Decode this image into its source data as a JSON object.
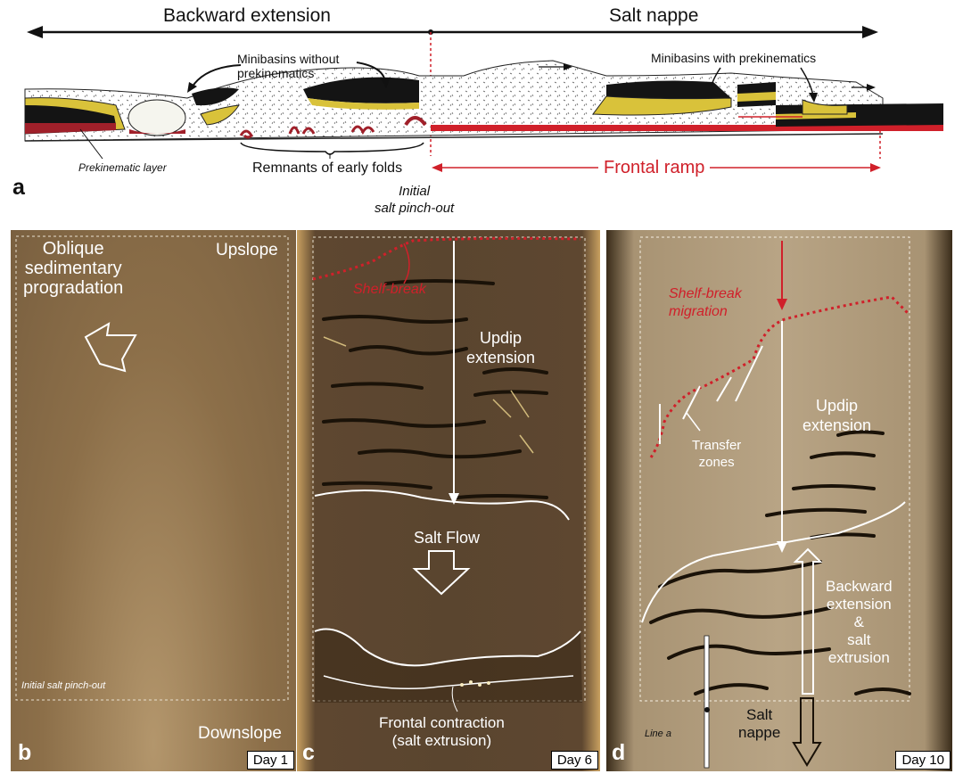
{
  "panel_a": {
    "label": "a",
    "backward_extension": "Backward extension",
    "salt_nappe": "Salt nappe",
    "minibasins_without": "Minibasins without\nprekinematics",
    "minibasins_with": "Minibasins with prekinematics",
    "prekinematic_layer": "Prekinematic layer",
    "remnants": "Remnants of early folds",
    "initial_pinchout": "Initial\nsalt pinch-out",
    "frontal_ramp": "Frontal ramp"
  },
  "panel_b": {
    "label": "b",
    "oblique": "Oblique\nsedimentary\nprogradation",
    "upslope": "Upslope",
    "downslope": "Downslope",
    "pinchout": "Initial salt pinch-out",
    "day": "Day 1"
  },
  "panel_c": {
    "label": "c",
    "shelf_break": "Shelf-break",
    "updip": "Updip\nextension",
    "salt_flow": "Salt Flow",
    "frontal": "Frontal contraction\n(salt extrusion)",
    "day": "Day 6"
  },
  "panel_d": {
    "label": "d",
    "shelf_break": "Shelf-break\nmigration",
    "transfer": "Transfer\nzones",
    "updip": "Updip\nextension",
    "backward": "Backward\nextension\n&\nsalt\nextrusion",
    "salt_nappe": "Salt\nnappe",
    "line_a": "Line a",
    "day": "Day 10"
  },
  "colors": {
    "red": "#d0202a",
    "yellow": "#d9c23a",
    "black": "#141414",
    "panel_b_bg": "#8c6f49",
    "panel_c_bg": "#5e4730",
    "panel_d_bg": "#a89373"
  }
}
